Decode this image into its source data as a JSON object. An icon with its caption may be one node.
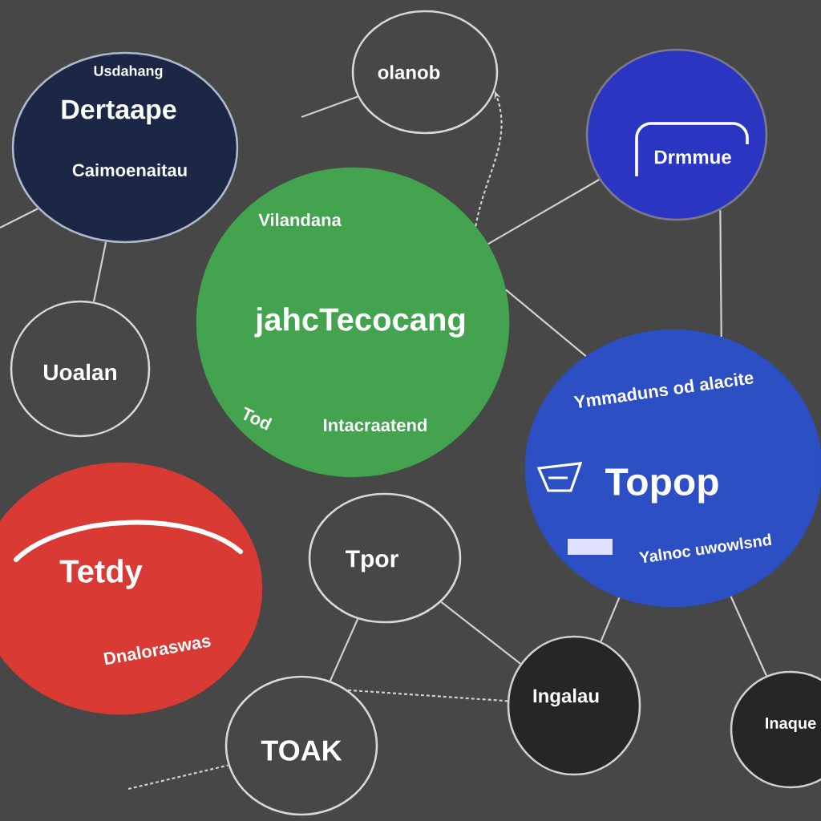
{
  "diagram": {
    "nodes": [
      {
        "text": [
          "Usdahang",
          "Dertaape",
          "Caimoenaitau"
        ]
      },
      {
        "text": [
          "olanob"
        ]
      },
      {
        "text": [
          "Drmmue"
        ]
      },
      {
        "text": [
          "Vilandana",
          "jahcTecocang",
          "Tod",
          "Intacraatend"
        ]
      },
      {
        "text": [
          "Uoalan"
        ]
      },
      {
        "text": [
          "Tetdy",
          "Dnaloraswas"
        ]
      },
      {
        "text": [
          "Ymmaduns od alacite",
          "Topop",
          "Yalnoc uwowlsnd"
        ]
      },
      {
        "text": [
          "Tpor"
        ]
      },
      {
        "text": [
          "TOAK"
        ]
      },
      {
        "text": [
          "Ingalau"
        ]
      },
      {
        "text": [
          "Inaque"
        ]
      }
    ],
    "edges": [
      {
        "from": null,
        "to": 0,
        "arrow": "none"
      },
      {
        "from": 0,
        "to": 4,
        "arrow": "none"
      },
      {
        "from": null,
        "to": 1,
        "arrow": "none"
      },
      {
        "from": 3,
        "to": 1,
        "arrow": "to",
        "style": "dashed"
      },
      {
        "from": 3,
        "to": 2,
        "arrow": "none"
      },
      {
        "from": 3,
        "to": 6,
        "arrow": "none"
      },
      {
        "from": 2,
        "to": 6,
        "arrow": "none"
      },
      {
        "from": 7,
        "to": 8,
        "arrow": "none"
      },
      {
        "from": null,
        "to": 8,
        "arrow": "none",
        "style": "dashed"
      },
      {
        "from": 7,
        "to": 9,
        "arrow": "none"
      },
      {
        "from": 8,
        "to": 9,
        "arrow": "none",
        "style": "dashed"
      },
      {
        "from": 9,
        "to": 6,
        "arrow": "none"
      },
      {
        "from": 6,
        "to": 10,
        "arrow": "none"
      }
    ]
  }
}
